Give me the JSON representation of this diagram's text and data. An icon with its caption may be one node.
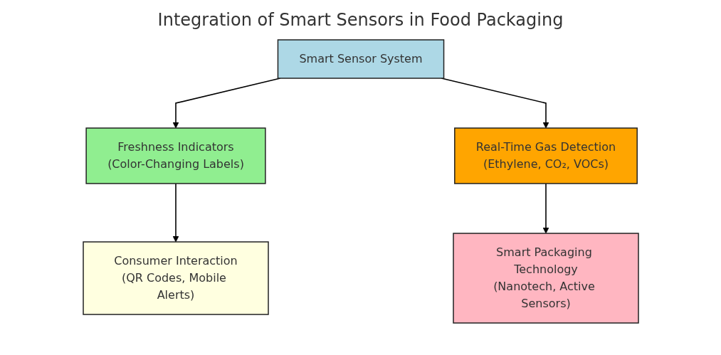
{
  "diagram": {
    "title": "Integration of Smart Sensors in Food Packaging",
    "nodes": [
      {
        "text": [
          "Smart Sensor System"
        ]
      },
      {
        "text": [
          "Freshness Indicators",
          "(Color-Changing Labels)"
        ]
      },
      {
        "text": [
          "Real-Time Gas Detection",
          "(Ethylene, CO₂, VOCs)"
        ]
      },
      {
        "text": [
          "Consumer Interaction",
          "(QR Codes, Mobile Alerts)"
        ]
      },
      {
        "text": [
          "Smart Packaging Technology",
          "(Nanotech, Active Sensors)"
        ]
      }
    ],
    "edges": [
      {
        "from": 0,
        "to": 1,
        "arrow": "to"
      },
      {
        "from": 0,
        "to": 2,
        "arrow": "to"
      },
      {
        "from": 1,
        "to": 3,
        "arrow": "to"
      },
      {
        "from": 2,
        "to": 4,
        "arrow": "to"
      }
    ]
  }
}
